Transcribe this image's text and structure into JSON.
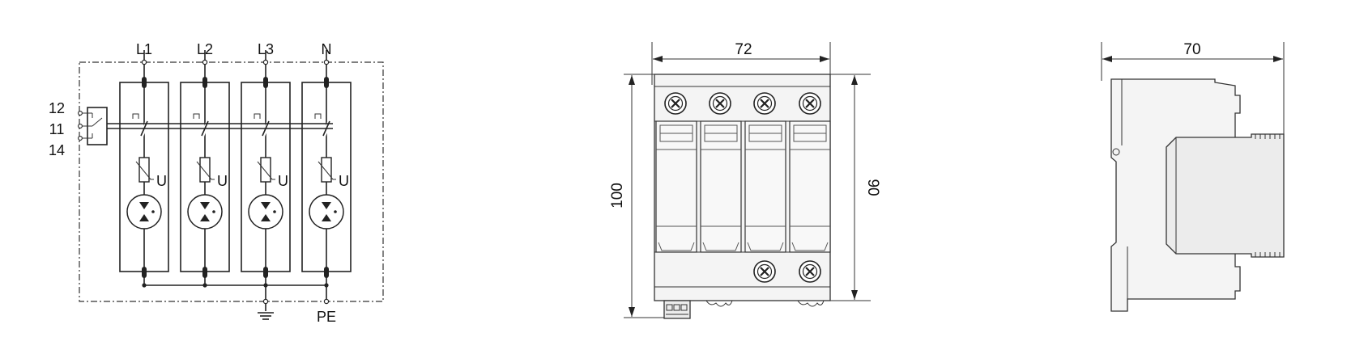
{
  "schematic": {
    "terminals": [
      "L1",
      "L2",
      "L3",
      "N"
    ],
    "pe_label": "PE",
    "contacts": [
      "12",
      "11",
      "14"
    ]
  },
  "front_view": {
    "width_dim": "72",
    "height_dim": "100",
    "inner_height_dim": "90"
  },
  "side_view": {
    "depth_dim": "70"
  }
}
